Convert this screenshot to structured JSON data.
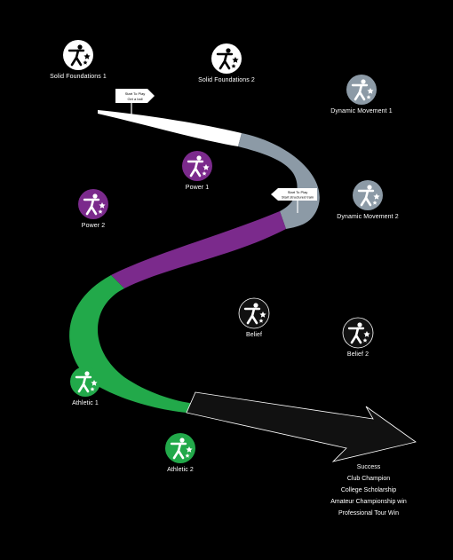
{
  "colors": {
    "background": "#000000",
    "solid_foundations": "#ffffff",
    "dynamic_movement": "#8c9aa6",
    "power": "#7b2a8c",
    "athletic": "#22a94a",
    "belief": "#1a1a1a",
    "arrow_outline": "#ffffff"
  },
  "stages": [
    {
      "key": "sf1",
      "label": "Solid Foundations 1",
      "icon": "runner-stars-icon",
      "color": "#ffffff",
      "fg": "#000000"
    },
    {
      "key": "sf2",
      "label": "Solid Foundations 2",
      "icon": "runner-stars-icon",
      "color": "#ffffff",
      "fg": "#000000"
    },
    {
      "key": "dm1",
      "label": "Dynamic Movement 1",
      "icon": "runner-stars-icon",
      "color": "#8c9aa6",
      "fg": "#ffffff"
    },
    {
      "key": "dm2",
      "label": "Dynamic Movement 2",
      "icon": "runner-stars-icon",
      "color": "#8c9aa6",
      "fg": "#ffffff"
    },
    {
      "key": "p1",
      "label": "Power 1",
      "icon": "runner-stars-icon",
      "color": "#7b2a8c",
      "fg": "#ffffff"
    },
    {
      "key": "p2",
      "label": "Power 2",
      "icon": "runner-stars-icon",
      "color": "#7b2a8c",
      "fg": "#ffffff"
    },
    {
      "key": "b1",
      "label": "Belief",
      "icon": "runner-stars-icon",
      "color": "#111111",
      "fg": "#ffffff"
    },
    {
      "key": "b2",
      "label": "Belief 2",
      "icon": "runner-stars-icon",
      "color": "#111111",
      "fg": "#ffffff"
    },
    {
      "key": "a1",
      "label": "Athletic 1",
      "icon": "runner-stars-icon",
      "color": "#22a94a",
      "fg": "#ffffff"
    },
    {
      "key": "a2",
      "label": "Athletic 2",
      "icon": "runner-stars-icon",
      "color": "#22a94a",
      "fg": "#ffffff"
    }
  ],
  "signs": [
    {
      "key": "start1",
      "lines": [
        "Start To Play",
        "Get a ball"
      ],
      "icon": "signpost-icon"
    },
    {
      "key": "start2",
      "lines": [
        "Start To Play",
        "Start structured train"
      ],
      "icon": "signpost-icon"
    }
  ],
  "outcomes": [
    "Success",
    "Club Champion",
    "College Scholarship",
    "Amateur Championship win",
    "Professional Tour Win"
  ]
}
